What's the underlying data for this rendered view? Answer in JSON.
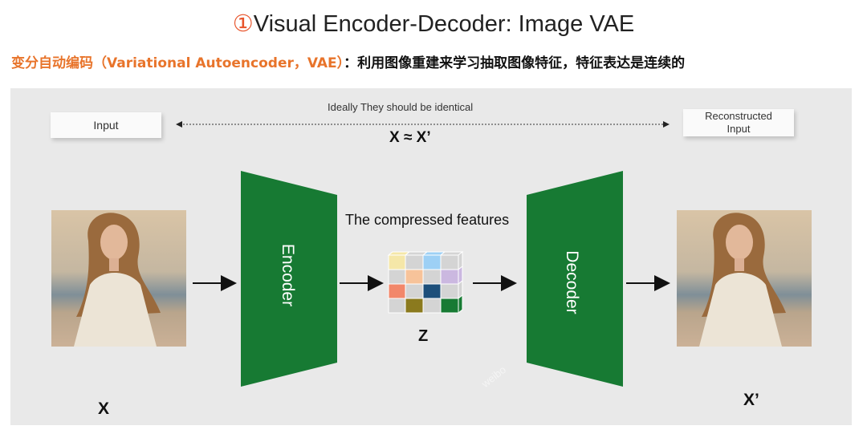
{
  "title": {
    "number": "①",
    "text": "Visual Encoder-Decoder: Image VAE"
  },
  "subtitle": {
    "highlight": "变分自动编码（Variational Autoencoder，VAE）",
    "rest": "：利用图像重建来学习抽取图像特征，特征表达是连续的"
  },
  "diagram": {
    "input_label": "Input",
    "reconstructed_label_line1": "Reconstructed",
    "reconstructed_label_line2": "Input",
    "ideal_text": "Ideally They should be identical",
    "approx_text": "X ≈ X’",
    "encoder_label": "Encoder",
    "decoder_label": "Decoder",
    "compressed_label": "The compressed features",
    "z_label": "Z",
    "x_label": "X",
    "x_prime_label": "X’",
    "watermark": "weibo"
  },
  "colors": {
    "accent": "#e8542b",
    "block": "#177a33",
    "panel": "#e9e9e9"
  }
}
